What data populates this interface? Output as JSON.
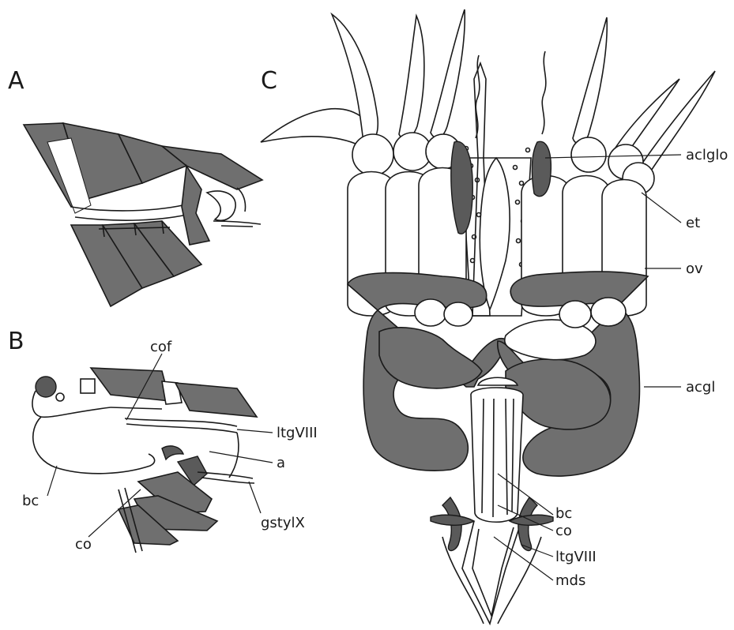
{
  "panels": {
    "a": {
      "label": "A"
    },
    "b": {
      "label": "B"
    },
    "c": {
      "label": "C"
    }
  },
  "labels": {
    "b_cof": "cof",
    "b_ltgVIII": "ltgVIII",
    "b_a": "a",
    "b_bc": "bc",
    "b_gstylX": "gstylX",
    "b_co": "co",
    "c_aclglo": "aclglo",
    "c_et": "et",
    "c_ov": "ov",
    "c_acgl": "acgl",
    "c_bc": "bc",
    "c_co": "co",
    "c_ltgVIII": "ltgVIII",
    "c_mds": "mds"
  }
}
